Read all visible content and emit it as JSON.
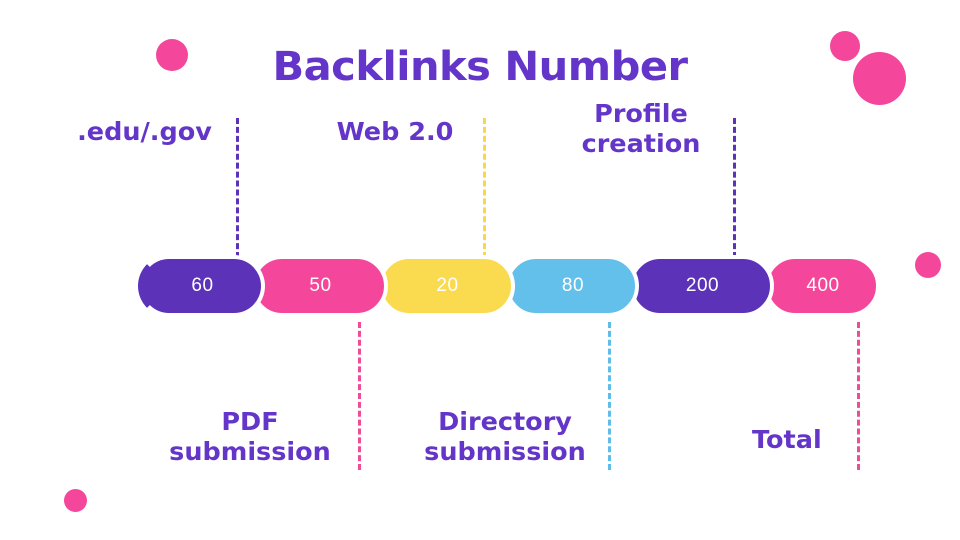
{
  "chart_data": {
    "type": "bar",
    "orientation": "horizontal-stacked",
    "title": "Backlinks Number",
    "xlabel": "",
    "ylabel": "",
    "grid": false,
    "legend": "none",
    "categories": [
      ".edu/.gov",
      "PDF submission",
      "Web 2.0",
      "Directory submission",
      "Profile creation",
      "Total"
    ],
    "values": [
      60,
      50,
      20,
      80,
      200,
      400
    ],
    "series": [
      {
        "name": "Backlinks Number",
        "values": [
          60,
          50,
          20,
          80,
          200,
          400
        ]
      }
    ],
    "segments": [
      {
        "label": ".edu/.gov",
        "value": "60",
        "color": "#5b32b8",
        "callout": "top",
        "line_color": "#5b32b8"
      },
      {
        "label": "PDF submission",
        "value": "50",
        "color": "#f4479b",
        "callout": "bottom",
        "line_color": "#ef4b96"
      },
      {
        "label": "Web 2.0",
        "value": "20",
        "color": "#fada4e",
        "callout": "top",
        "line_color": "#f7d84b"
      },
      {
        "label": "Directory submission",
        "value": "80",
        "color": "#63c0ea",
        "callout": "bottom",
        "line_color": "#5fbde8"
      },
      {
        "label": "Profile creation",
        "value": "200",
        "color": "#5b32b8",
        "callout": "top",
        "line_color": "#5b32b8"
      },
      {
        "label": "Total",
        "value": "400",
        "color": "#f4479b",
        "callout": "bottom",
        "line_color": "#ef4b96"
      }
    ]
  },
  "title": {
    "text": "Backlinks Number",
    "color": "#6435c9"
  },
  "labels": {
    "edu_gov": ".edu/.gov",
    "web20": "Web 2.0",
    "profile_creation": "Profile\ncreation",
    "pdf_submission": "PDF\nsubmission",
    "directory_submission": "Directory\nsubmission",
    "total": "Total"
  },
  "values": {
    "edu_gov": "60",
    "pdf_submission": "50",
    "web20": "20",
    "directory_submission": "80",
    "profile_creation": "200",
    "total": "400"
  },
  "colors": {
    "purple": "#5b32b8",
    "pink": "#f4479b",
    "yellow": "#fada4e",
    "blue": "#63c0ea",
    "title_purple": "#6435c9",
    "label_purple": "#6435c9",
    "background": "#ffffff"
  }
}
